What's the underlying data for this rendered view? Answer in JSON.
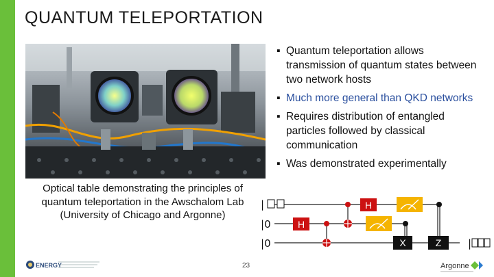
{
  "slide": {
    "title": "QUANTUM TELEPORTATION",
    "caption": "Optical table demonstrating the principles of quantum teleportation in the Awschalom Lab (University of Chicago and Argonne)",
    "bullets": [
      {
        "marker": "▪",
        "text": "Quantum teleportation allows transmission of quantum states between two network hosts"
      },
      {
        "marker": "▪",
        "text": "Much more general than QKD networks"
      },
      {
        "marker": "▪",
        "text": "Requires distribution of entangled particles followed by classical communication"
      },
      {
        "marker": "▪",
        "text": "Was demonstrated experimentally"
      }
    ],
    "page_number": "23",
    "footer": {
      "energy_logo": "ENERGY",
      "argonne_logo": "Argonne"
    }
  },
  "circuit": {
    "gates": {
      "h1": "H",
      "h2": "H",
      "x": "X",
      "z": "Z"
    },
    "ket0_a": "0",
    "ket0_b": "0"
  },
  "colors": {
    "accent": "#6abf3a",
    "gate": "#cc1111",
    "meter": "#f5b400",
    "blue_text": "#2a4f9e"
  }
}
